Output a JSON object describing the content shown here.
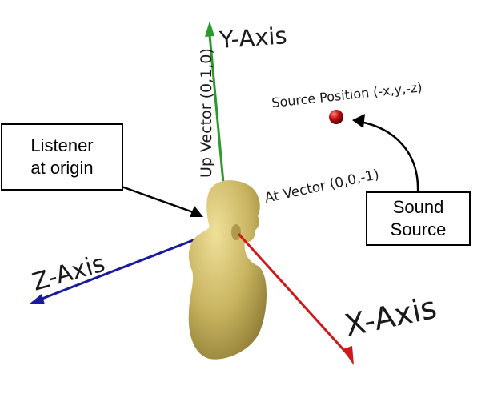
{
  "labels": {
    "y_axis": "Y-Axis",
    "x_axis": "X-Axis",
    "z_axis": "Z-Axis",
    "up_vector": "Up Vector (0,1,0)",
    "at_vector": "At Vector (0,0,-1)",
    "source_position": "Source Position (-x,y,-z)"
  },
  "callouts": {
    "listener": [
      "Listener",
      "at origin"
    ],
    "sound_source": [
      "Sound",
      "Source"
    ]
  },
  "colors": {
    "y_axis": "#2a9a2a",
    "x_axis": "#d01818",
    "z_axis": "#1a1a9a",
    "head": "#c8b460",
    "source_sphere": "#a00000"
  }
}
